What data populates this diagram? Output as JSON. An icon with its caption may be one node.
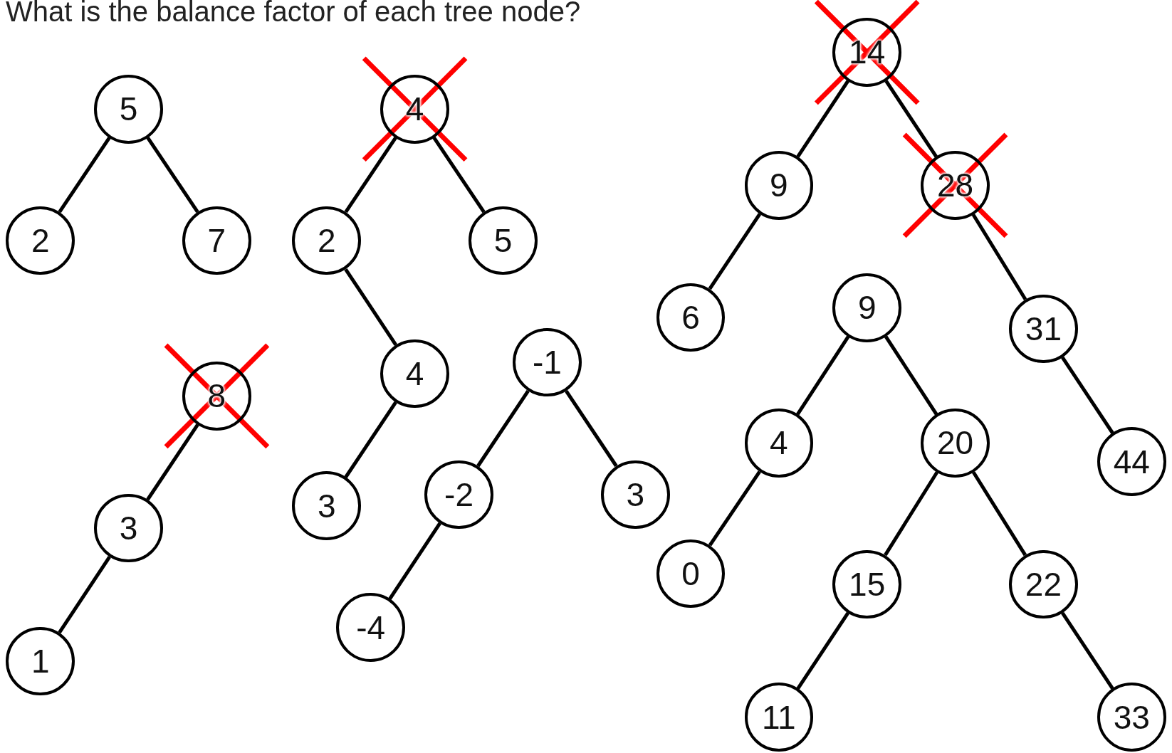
{
  "diagram": {
    "title": "What is the balance factor of each tree node?",
    "nodes": [
      {
        "text": [
          "5"
        ]
      },
      {
        "text": [
          "2"
        ]
      },
      {
        "text": [
          "7"
        ]
      },
      {
        "text": [
          "4"
        ]
      },
      {
        "text": [
          "2"
        ]
      },
      {
        "text": [
          "5"
        ]
      },
      {
        "text": [
          "4"
        ]
      },
      {
        "text": [
          "3"
        ]
      },
      {
        "text": [
          "8"
        ]
      },
      {
        "text": [
          "3"
        ]
      },
      {
        "text": [
          "1"
        ]
      },
      {
        "text": [
          "-1"
        ]
      },
      {
        "text": [
          "-2"
        ]
      },
      {
        "text": [
          "3"
        ]
      },
      {
        "text": [
          "-4"
        ]
      },
      {
        "text": [
          "14"
        ]
      },
      {
        "text": [
          "9"
        ]
      },
      {
        "text": [
          "28"
        ]
      },
      {
        "text": [
          "6"
        ]
      },
      {
        "text": [
          "31"
        ]
      },
      {
        "text": [
          "44"
        ]
      },
      {
        "text": [
          "9"
        ]
      },
      {
        "text": [
          "4"
        ]
      },
      {
        "text": [
          "20"
        ]
      },
      {
        "text": [
          "0"
        ]
      },
      {
        "text": [
          "15"
        ]
      },
      {
        "text": [
          "22"
        ]
      },
      {
        "text": [
          "11"
        ]
      },
      {
        "text": [
          "33"
        ]
      }
    ],
    "edges": [
      {
        "from": 0,
        "to": 1,
        "arrow": "none"
      },
      {
        "from": 0,
        "to": 2,
        "arrow": "none"
      },
      {
        "from": 3,
        "to": 4,
        "arrow": "none"
      },
      {
        "from": 3,
        "to": 5,
        "arrow": "none"
      },
      {
        "from": 4,
        "to": 6,
        "arrow": "none"
      },
      {
        "from": 6,
        "to": 7,
        "arrow": "none"
      },
      {
        "from": 8,
        "to": 9,
        "arrow": "none"
      },
      {
        "from": 9,
        "to": 10,
        "arrow": "none"
      },
      {
        "from": 11,
        "to": 12,
        "arrow": "none"
      },
      {
        "from": 11,
        "to": 13,
        "arrow": "none"
      },
      {
        "from": 12,
        "to": 14,
        "arrow": "none"
      },
      {
        "from": 15,
        "to": 16,
        "arrow": "none"
      },
      {
        "from": 15,
        "to": 17,
        "arrow": "none"
      },
      {
        "from": 16,
        "to": 18,
        "arrow": "none"
      },
      {
        "from": 17,
        "to": 19,
        "arrow": "none"
      },
      {
        "from": 19,
        "to": 20,
        "arrow": "none"
      },
      {
        "from": 21,
        "to": 22,
        "arrow": "none"
      },
      {
        "from": 21,
        "to": 23,
        "arrow": "none"
      },
      {
        "from": 22,
        "to": 24,
        "arrow": "none"
      },
      {
        "from": 23,
        "to": 25,
        "arrow": "none"
      },
      {
        "from": 23,
        "to": 26,
        "arrow": "none"
      },
      {
        "from": 25,
        "to": 27,
        "arrow": "none"
      },
      {
        "from": 26,
        "to": 28,
        "arrow": "none"
      }
    ]
  }
}
